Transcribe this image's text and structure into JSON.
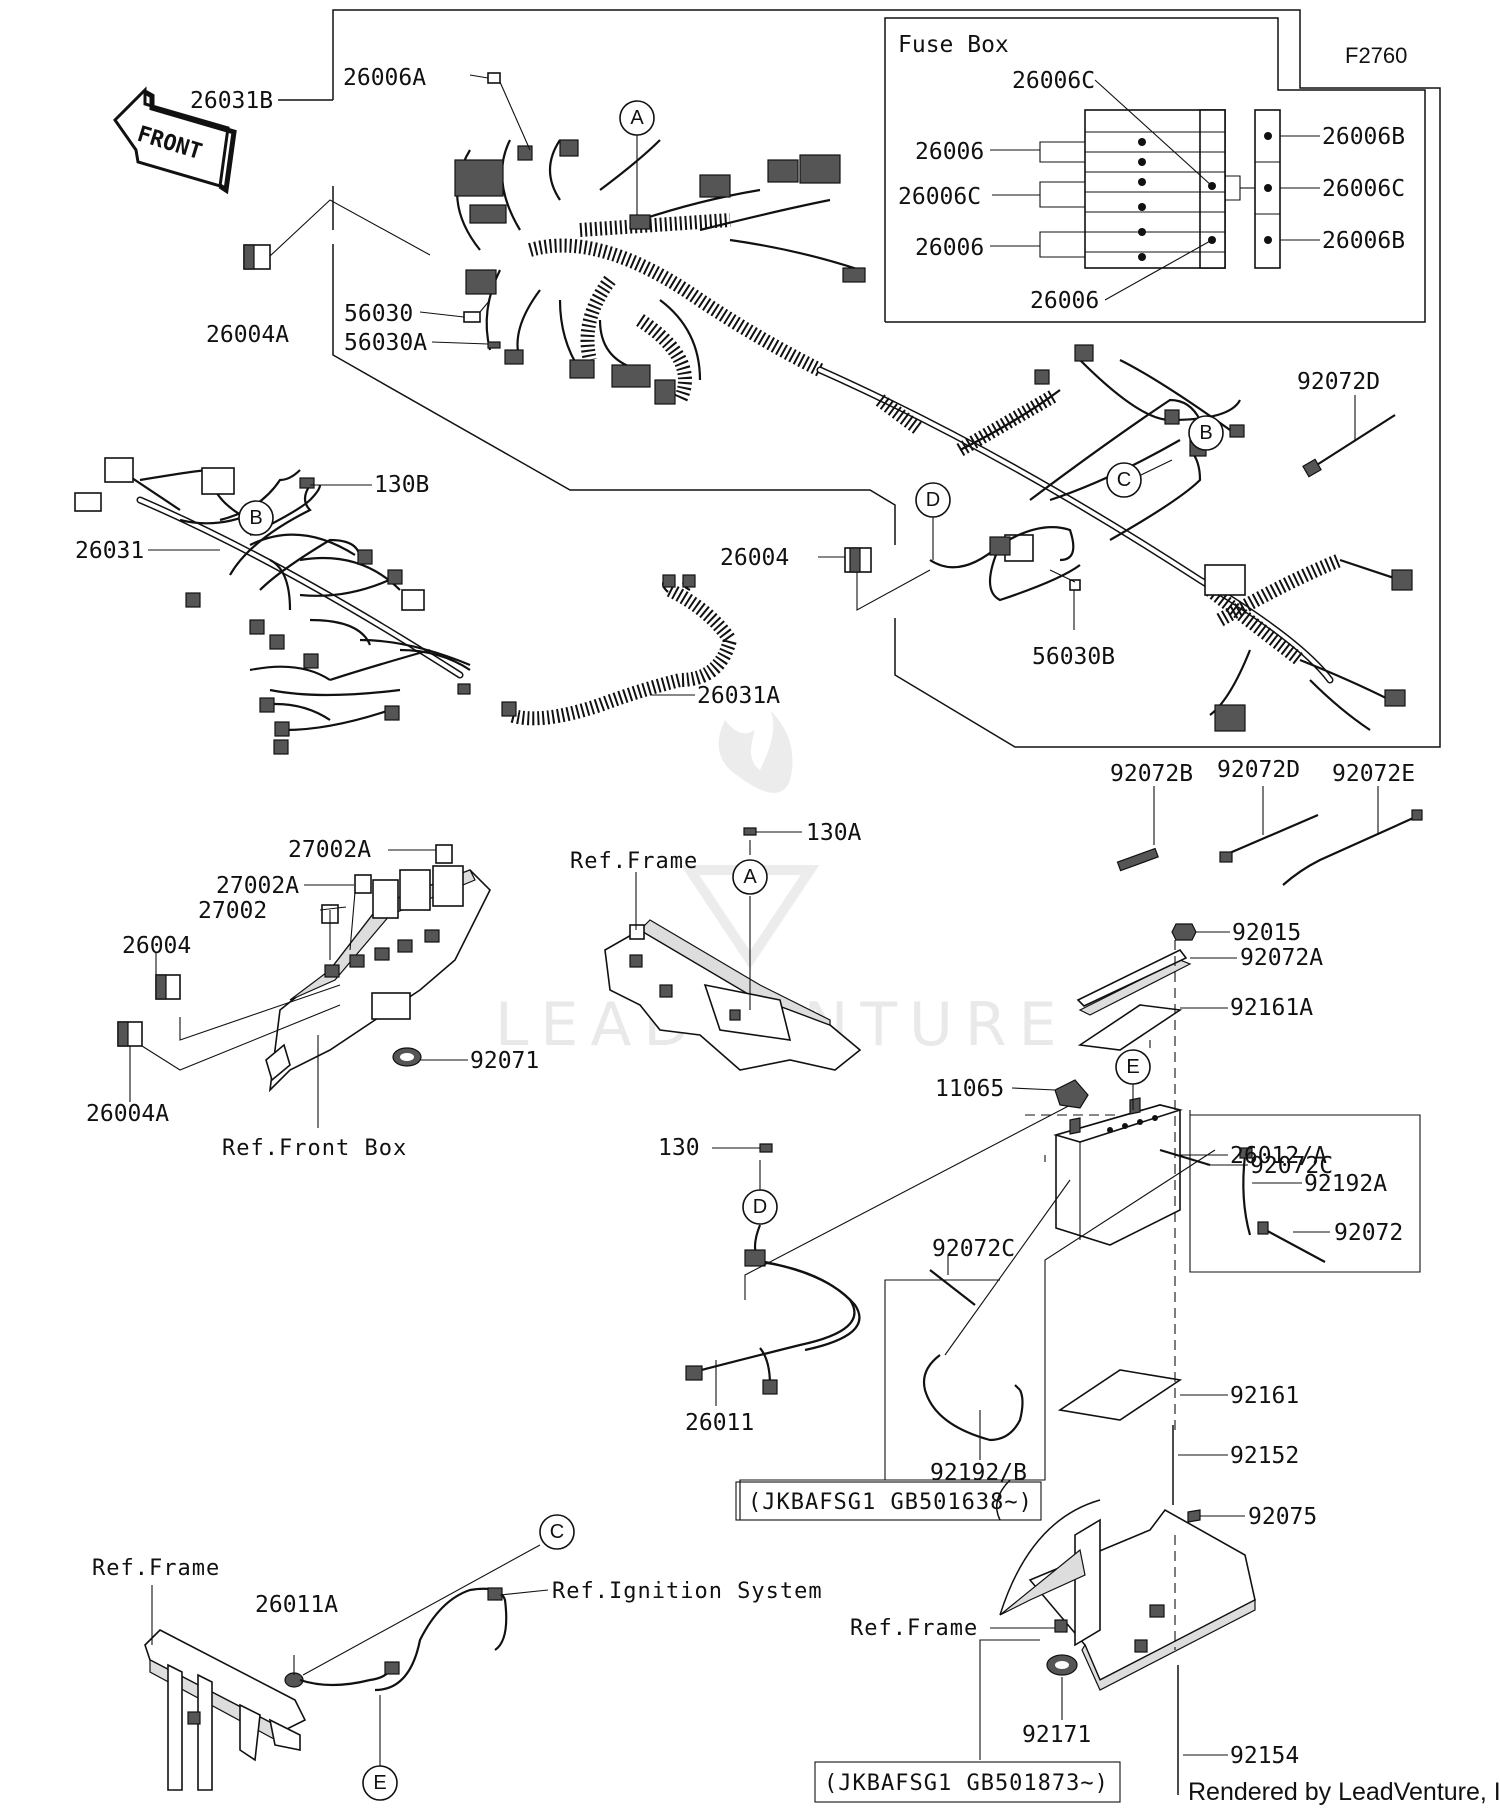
{
  "figure_code": "F2760",
  "credit": "Rendered by LeadVenture, Inc.",
  "watermark": "LEADVENTURE",
  "front_arrow": "FRONT",
  "fuse_box": {
    "title": "Fuse Box",
    "labels": [
      "26006C",
      "26006",
      "26006C",
      "26006",
      "26006",
      "26006B",
      "26006C",
      "26006B"
    ]
  },
  "part_labels": {
    "p26031B": "26031B",
    "p26006A": "26006A",
    "p26004A_top": "26004A",
    "p56030": "56030",
    "p56030A": "56030A",
    "p92072D_top": "92072D",
    "p130B": "130B",
    "p26031": "26031",
    "p26004_mid": "26004",
    "p56030B": "56030B",
    "p26031A": "26031A",
    "p92072B": "92072B",
    "p92072D_mid": "92072D",
    "p92072E": "92072E",
    "p27002A_1": "27002A",
    "p27002A_2": "27002A",
    "p27002": "27002",
    "p26004_left": "26004",
    "p26004A_left": "26004A",
    "p92071": "92071",
    "p130A": "130A",
    "p92015": "92015",
    "p92072A": "92072A",
    "p92161A": "92161A",
    "p11065": "11065",
    "p130": "130",
    "p92072C_a": "92072C",
    "p92192A": "92192A",
    "p92072": "92072",
    "p92072C_b": "92072C",
    "p26012A": "26012/A",
    "p92161": "92161",
    "p26011": "26011",
    "p92192B": "92192/B",
    "p92152": "92152",
    "p92075": "92075",
    "p26011A": "26011A",
    "p92171": "92171",
    "p92154": "92154"
  },
  "ref_labels": {
    "front_box": "Ref.Front Box",
    "frame_mid": "Ref.Frame",
    "frame_left": "Ref.Frame",
    "frame_right": "Ref.Frame",
    "ignition": "Ref.Ignition System"
  },
  "serial_notes": {
    "note1": "(JKBAFSG1 GB501638~)",
    "note2": "(JKBAFSG1 GB501873~)"
  },
  "callouts": {
    "A1": "A",
    "A2": "A",
    "B1": "B",
    "B2": "B",
    "C1": "C",
    "C2": "C",
    "D1": "D",
    "D2": "D",
    "E1": "E",
    "E2": "E"
  }
}
